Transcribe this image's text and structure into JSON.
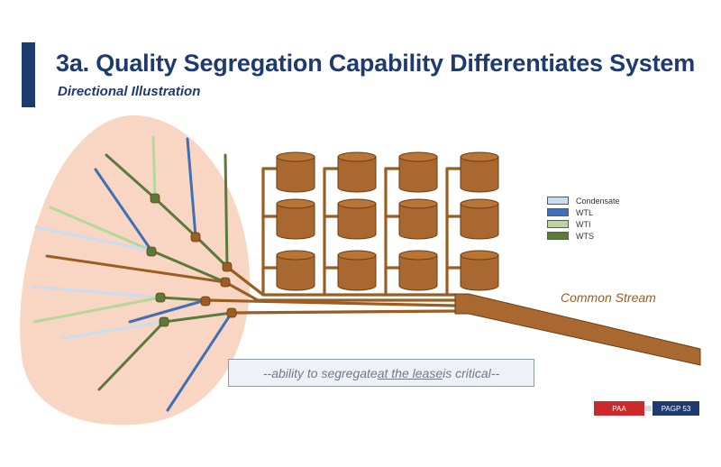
{
  "slide": {
    "title": "3a. Quality Segregation Capability Differentiates System",
    "subtitle": "Directional Illustration"
  },
  "legend": {
    "items": [
      {
        "label": "Condensate",
        "color": "#c9ddf0"
      },
      {
        "label": "WTL",
        "color": "#3f6fb5"
      },
      {
        "label": "WTI",
        "color": "#b6d69a"
      },
      {
        "label": "WTS",
        "color": "#5b7a3a"
      }
    ]
  },
  "colors": {
    "pipe": "#9b5d22",
    "tank_fill": "#a9682f",
    "tank_top": "#b97536",
    "tank_stroke": "#6b3d14",
    "lease_area": "#f8d6c3",
    "title": "#1f3a6e"
  },
  "stream_label": "Common Stream",
  "callout": {
    "prefix": "--ability to segregate ",
    "emphasis": "at the lease",
    "suffix": " is critical--"
  },
  "footer": {
    "left": "PAA",
    "right": "PAGP  53"
  },
  "tanks": {
    "columns": 4,
    "rows": 3
  }
}
